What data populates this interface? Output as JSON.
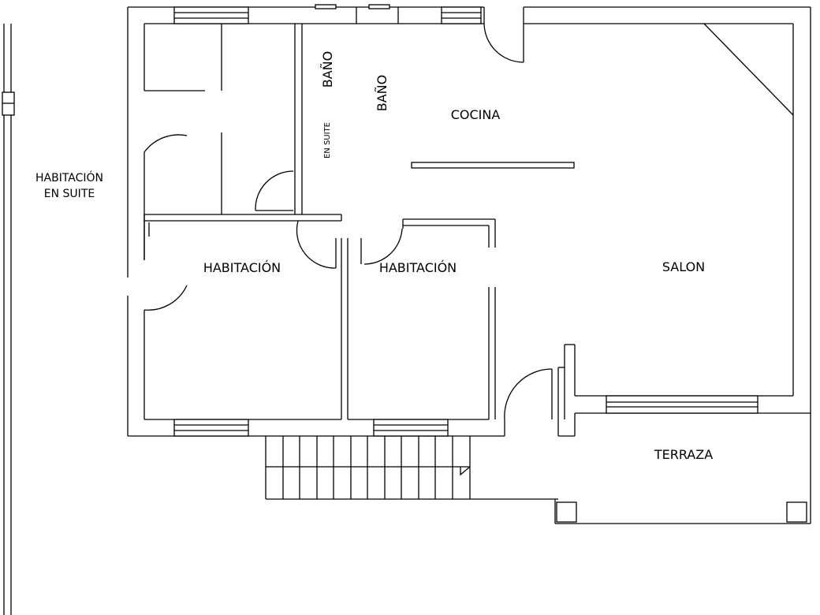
{
  "floor_plan": {
    "rooms": {
      "suite_bedroom": {
        "line1": "HABITACIÓN",
        "line2": "EN SUITE"
      },
      "bath_1": "BAÑO",
      "bath_1_suite": "EN SUITE",
      "bath_2": "BAÑO",
      "kitchen": "COCINA",
      "bedroom_1": "HABITACIÓN",
      "bedroom_2": "HABITACIÓN",
      "living_room": "SALON",
      "terrace": "TERRAZA"
    },
    "colors": {
      "line": "#000000",
      "background": "#ffffff"
    }
  }
}
